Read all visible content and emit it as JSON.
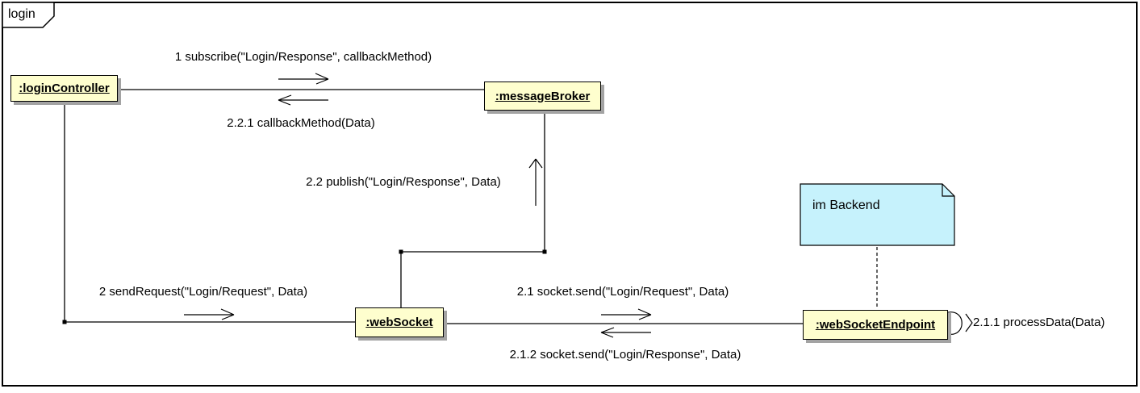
{
  "frame": {
    "label": "login"
  },
  "objects": {
    "login_controller": {
      "label": ":loginController"
    },
    "message_broker": {
      "label": ":messageBroker"
    },
    "web_socket": {
      "label": ":webSocket"
    },
    "web_socket_endpoint": {
      "label": ":webSocketEndpoint"
    }
  },
  "note": {
    "text": "im Backend"
  },
  "messages": {
    "subscribe": {
      "label": "1 subscribe(\"Login/Response\", callbackMethod)"
    },
    "callback": {
      "label": "2.2.1 callbackMethod(Data)"
    },
    "publish": {
      "label": "2.2 publish(\"Login/Response\", Data)"
    },
    "send_request": {
      "label": "2 sendRequest(\"Login/Request\", Data)"
    },
    "socket_send_request": {
      "label": "2.1 socket.send(\"Login/Request\", Data)"
    },
    "socket_send_response": {
      "label": "2.1.2 socket.send(\"Login/Response\", Data)"
    },
    "process_data": {
      "label": "2.1.1 processData(Data)"
    }
  },
  "colors": {
    "object_fill": "#FEFECE",
    "note_fill": "#C6F2FC",
    "shadow": "#A3A3A3",
    "line": "#000000",
    "background": "#FFFFFF"
  }
}
